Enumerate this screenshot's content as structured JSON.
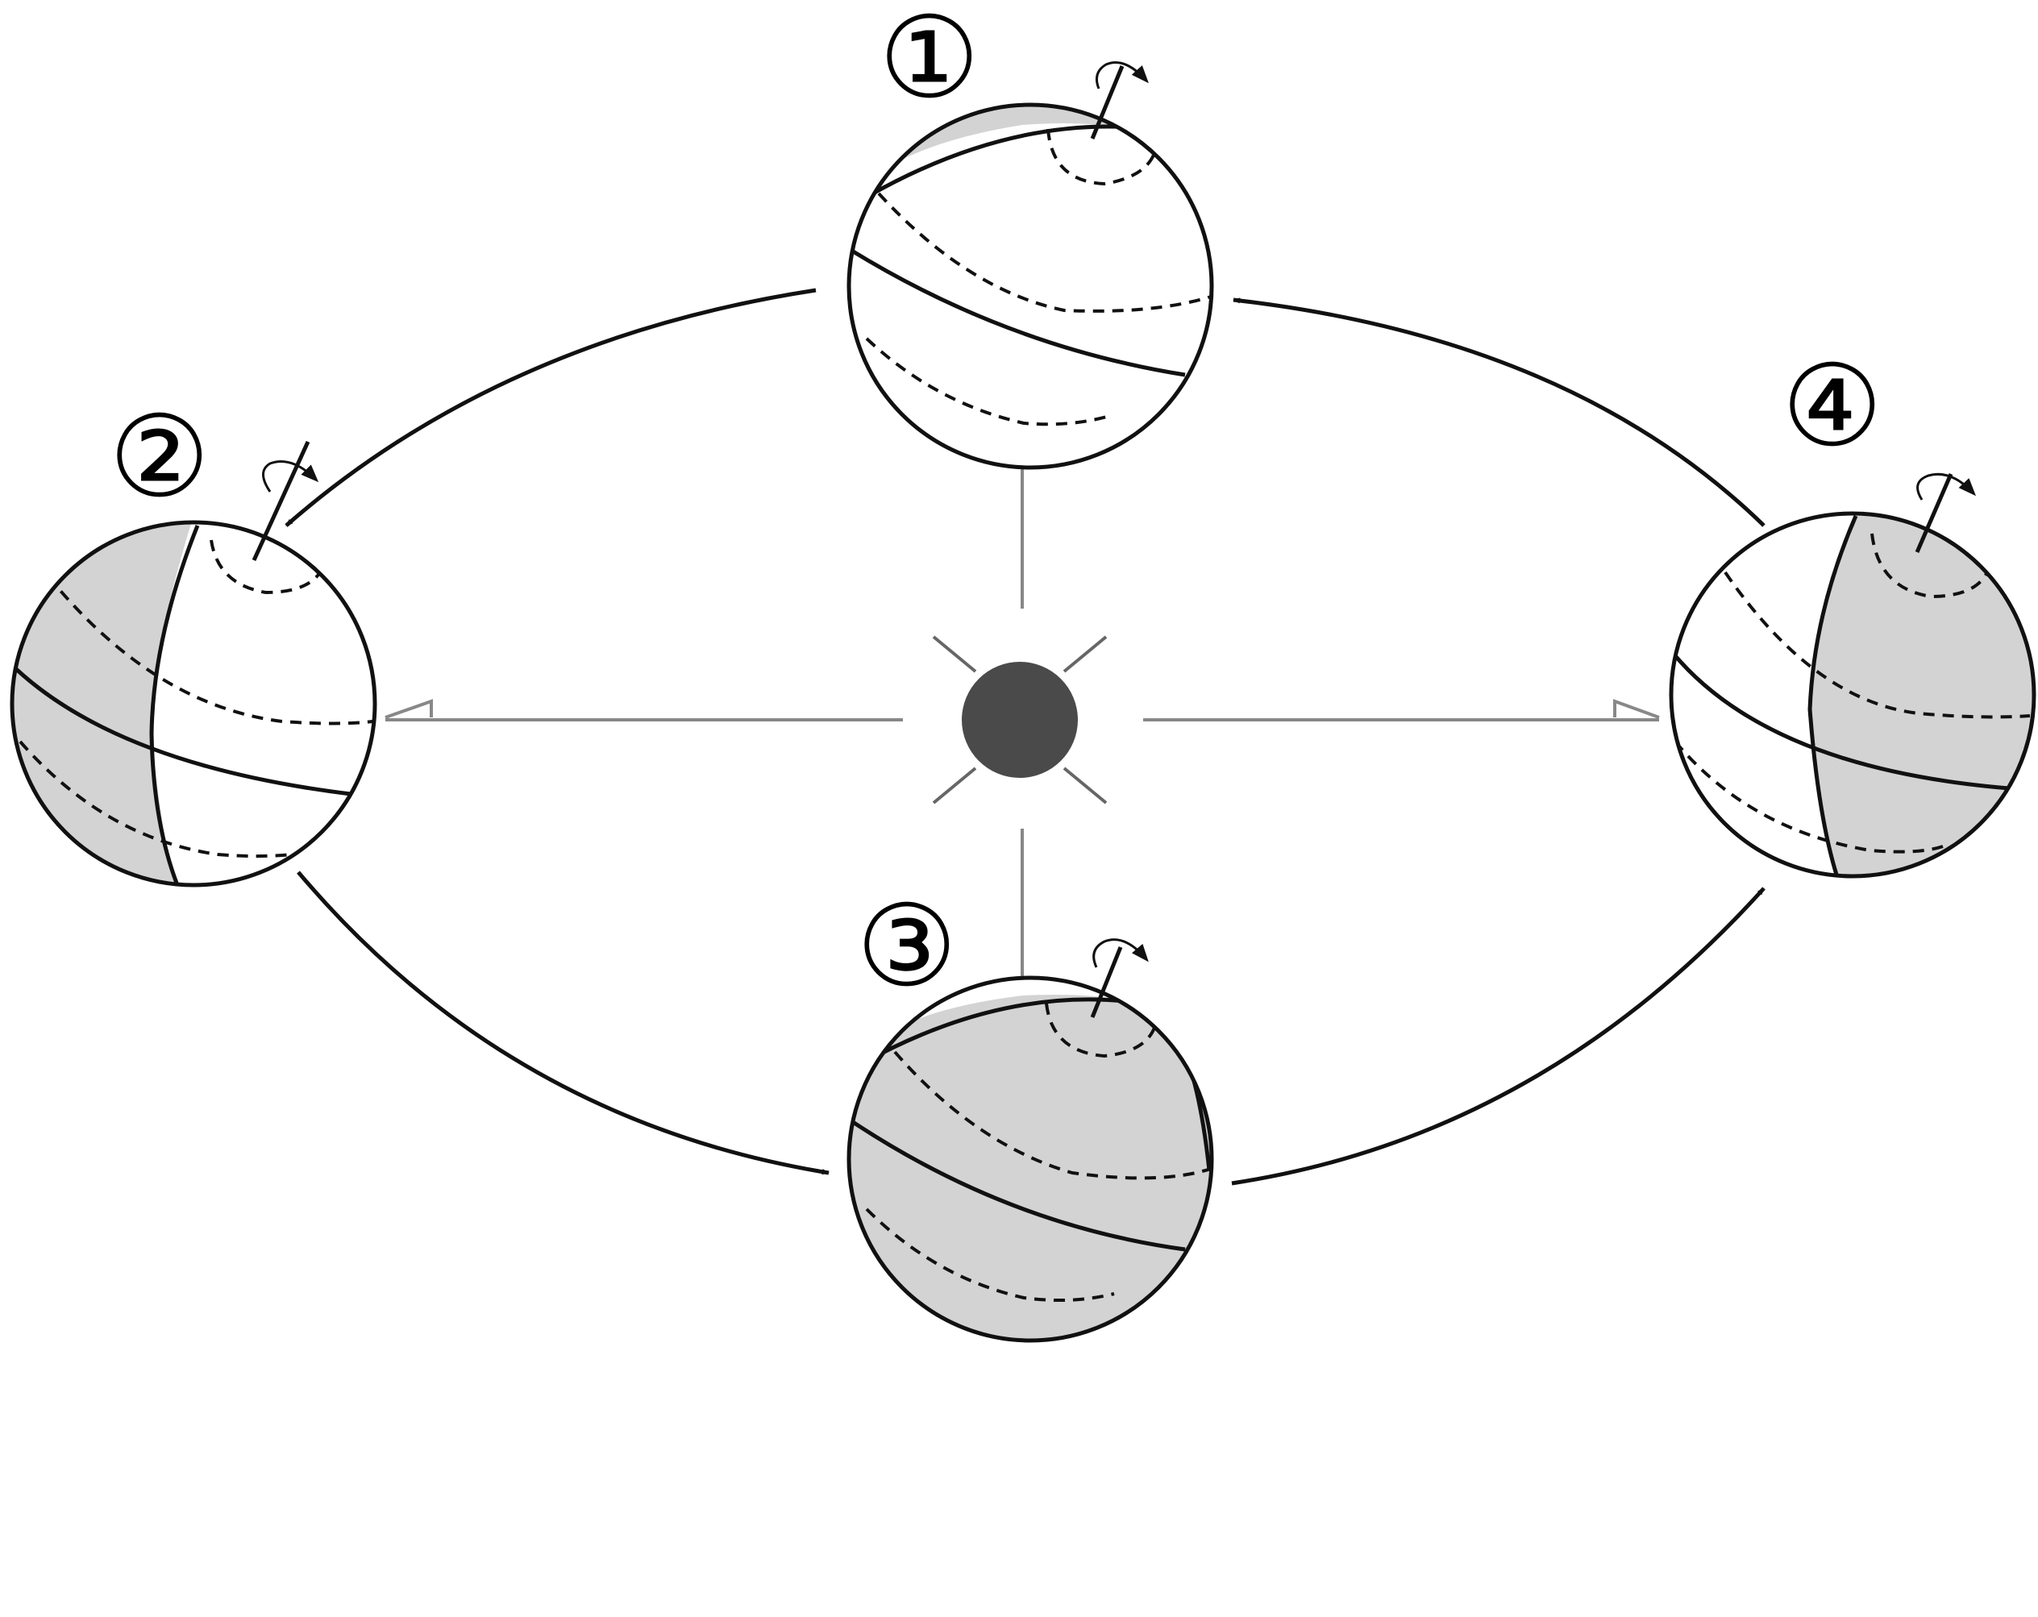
{
  "positions": [
    {
      "id": 1,
      "label": "①"
    },
    {
      "id": 2,
      "label": "②"
    },
    {
      "id": 3,
      "label": "③"
    },
    {
      "id": 4,
      "label": "④"
    }
  ],
  "colors": {
    "night_shade": "#d3d3d3",
    "outline": "#111111",
    "sun": "#4a4a4a",
    "sun_rays": "#666666",
    "connector": "#888888",
    "background": "#ffffff"
  }
}
